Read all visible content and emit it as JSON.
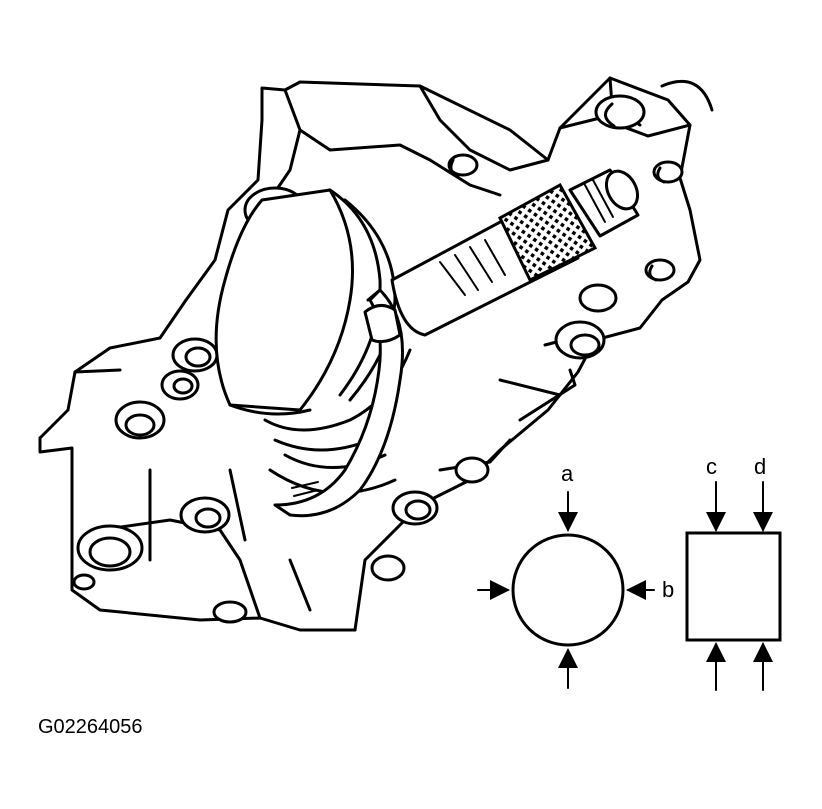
{
  "figure": {
    "code": "G02264056"
  },
  "cross_section": {
    "label_a": "a",
    "label_b": "b"
  },
  "side_view": {
    "label_c": "c",
    "label_d": "d"
  },
  "colors": {
    "ink": "#000000",
    "paper": "#ffffff"
  }
}
